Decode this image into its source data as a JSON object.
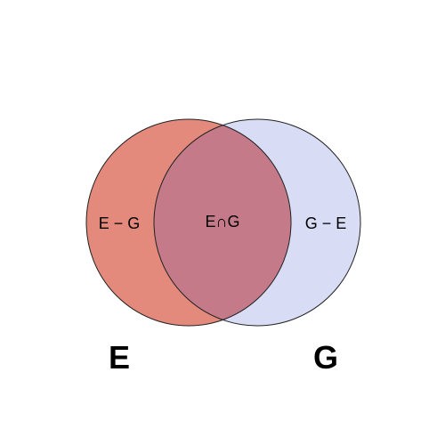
{
  "diagram": {
    "type": "venn",
    "sets": [
      {
        "name": "E",
        "color": "#e48a7c"
      },
      {
        "name": "G",
        "color": "#d9dcf5"
      }
    ],
    "intersection_color": "#c57a8a",
    "outline_color": "#222222",
    "regions": {
      "left_only": "E − G",
      "intersection": "E∩G",
      "right_only": "G − E"
    },
    "labels": {
      "left_set": "E",
      "right_set": "G"
    }
  }
}
